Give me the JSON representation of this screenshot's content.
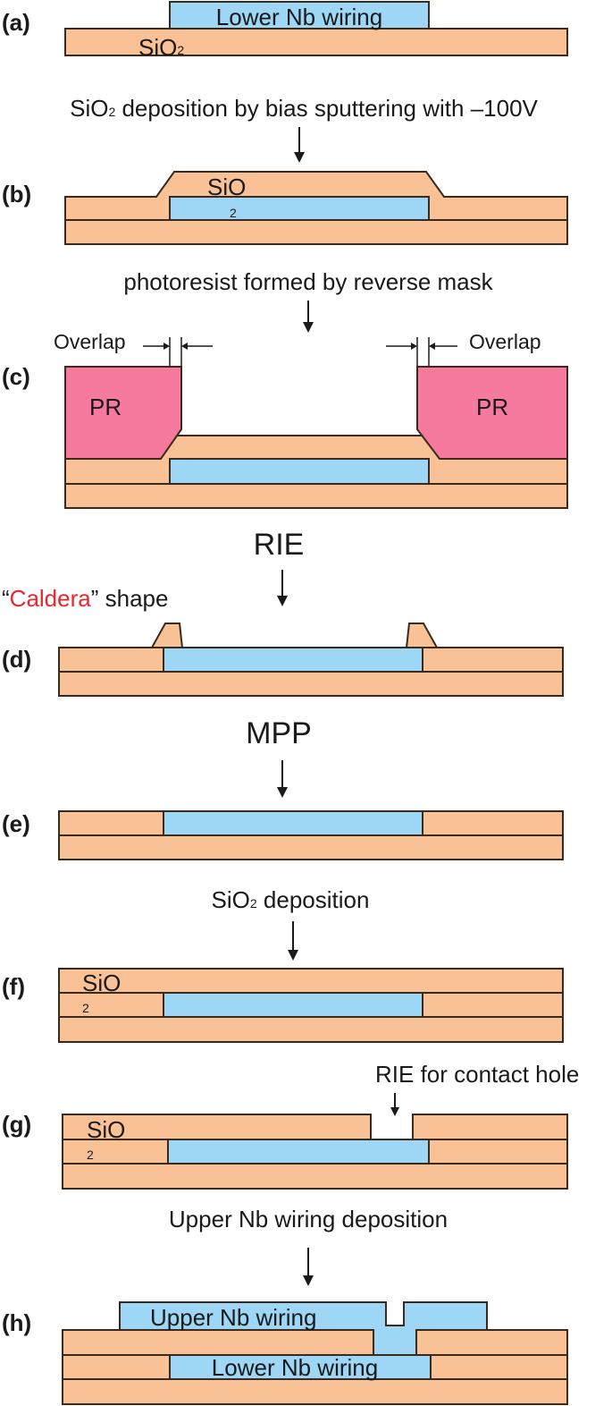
{
  "steps": {
    "a": {
      "label": "(a)",
      "lower_nb": "Lower Nb wiring",
      "sio2_main": "SiO",
      "sio2_sub": "2"
    },
    "b": {
      "label": "(b)",
      "sio2_main": "SiO",
      "sio2_sub": "2"
    },
    "c": {
      "label": "(c)",
      "overlap_left": "Overlap",
      "overlap_right": "Overlap",
      "pr_left": "PR",
      "pr_right": "PR"
    },
    "d": {
      "label": "(d)",
      "caldera_open_quote": "“",
      "caldera_word": "Caldera",
      "caldera_rest": "” shape"
    },
    "e": {
      "label": "(e)"
    },
    "f": {
      "label": "(f)",
      "sio2_main": "SiO",
      "sio2_sub": "2"
    },
    "g": {
      "label": "(g)",
      "sio2_main": "SiO",
      "sio2_sub": "2"
    },
    "h": {
      "label": "(h)",
      "upper_nb": "Upper  Nb wiring",
      "lower_nb": "Lower Nb wiring"
    }
  },
  "transitions": {
    "ab": {
      "main": "SiO",
      "sub": "2",
      "rest": " deposition by bias sputtering with –100V"
    },
    "bc": "photoresist formed by reverse mask",
    "cd": "RIE",
    "de": "MPP",
    "ef": {
      "main": "SiO",
      "sub": "2",
      "rest": " deposition"
    },
    "fg": "RIE for contact hole",
    "gh": "Upper Nb wiring deposition"
  },
  "colors": {
    "sio2": "#f8c196",
    "nb": "#9dd7f5",
    "photoresist": "#f57a9e",
    "caldera_highlight": "#e8262d"
  }
}
